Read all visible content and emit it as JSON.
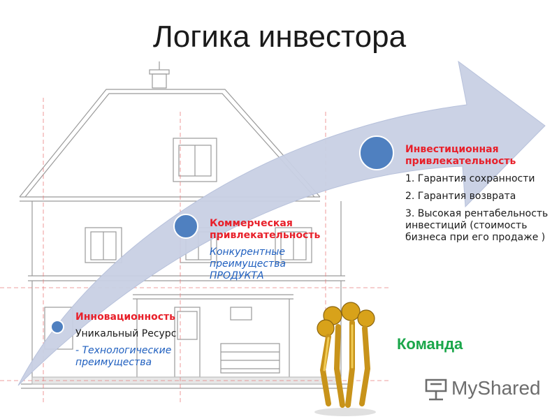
{
  "title": "Логика инвестора",
  "stages": [
    {
      "heading": "Инновационность",
      "line": "Уникальный Ресурс",
      "note": "- Технологические преимущества"
    },
    {
      "heading": "Коммерческая привлекательность",
      "note": "Конкурентные преимущества ПРОДУКТА"
    },
    {
      "heading": "Инвестиционная привлекательность",
      "items": [
        "1. Гарантия сохранности",
        "2. Гарантия возврата",
        "3. Высокая рентабельность инвестиций (стоимость бизнеса при его продаже )"
      ]
    }
  ],
  "team_label": "Команда",
  "logo_text": "MyShared",
  "colors": {
    "heading": "#e8202a",
    "note": "#1f5fbf",
    "team": "#1aa64a",
    "arrow": "#c8d0e4",
    "dot": "#4f80c0"
  }
}
